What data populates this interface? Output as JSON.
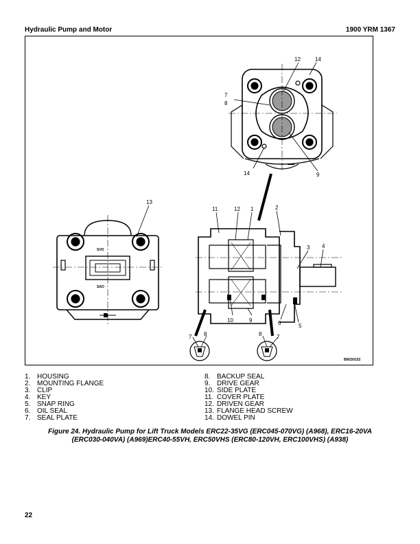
{
  "header": {
    "left": "Hydraulic Pump and Motor",
    "right": "1900 YRM 1367"
  },
  "figure": {
    "image_code": "BM150152",
    "callouts": {
      "top_12": "12",
      "top_14": "14",
      "top_7": "7",
      "top_8": "8",
      "top_14b": "14",
      "top_9": "9",
      "left_13": "13",
      "side_11": "11",
      "side_12": "12",
      "side_1": "1",
      "side_2": "2",
      "side_3": "3",
      "side_4": "4",
      "side_10": "10",
      "side_9": "9",
      "side_6": "6",
      "side_5": "5",
      "det1_7": "7",
      "det1_8": "8",
      "det2_8": "8",
      "det2_7": "7"
    }
  },
  "legend": {
    "left": [
      {
        "num": "1.",
        "text": "HOUSING"
      },
      {
        "num": "2.",
        "text": "MOUNTING FLANGE"
      },
      {
        "num": "3.",
        "text": "CLIP"
      },
      {
        "num": "4.",
        "text": "KEY"
      },
      {
        "num": "5.",
        "text": "SNAP RING"
      },
      {
        "num": "6.",
        "text": "OIL SEAL"
      },
      {
        "num": "7.",
        "text": "SEAL PLATE"
      }
    ],
    "right": [
      {
        "num": "8.",
        "text": "BACKUP SEAL"
      },
      {
        "num": "9.",
        "text": "DRIVE GEAR"
      },
      {
        "num": "10.",
        "text": "SIDE PLATE"
      },
      {
        "num": "11.",
        "text": "COVER PLATE"
      },
      {
        "num": "12.",
        "text": "DRIVEN GEAR"
      },
      {
        "num": "13.",
        "text": "FLANGE HEAD SCREW"
      },
      {
        "num": "14.",
        "text": "DOWEL PIN"
      }
    ]
  },
  "caption": {
    "line1": "Figure 24. Hydraulic Pump for Lift Truck Models ERC22-35VG (ERC045-070VG) (A968), ERC16-20VA",
    "line2": "(ERC030-040VA) (A969)ERC40-55VH, ERC50VHS (ERC80-120VH, ERC100VHS) (A938)"
  },
  "page_number": "22"
}
